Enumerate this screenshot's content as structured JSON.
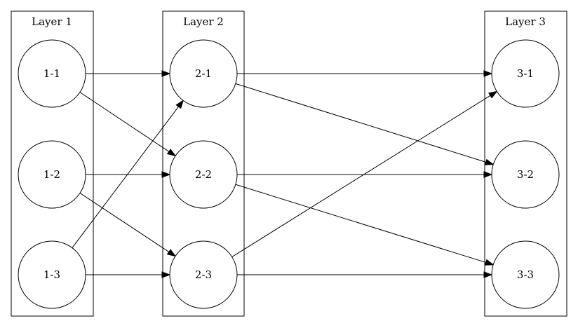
{
  "diagram": {
    "layers": [
      {
        "id": "layer1",
        "label": "Layer 1"
      },
      {
        "id": "layer2",
        "label": "Layer 2"
      },
      {
        "id": "layer3",
        "label": "Layer 3"
      }
    ],
    "nodes": [
      {
        "id": "1-1",
        "label": "1-1",
        "layer": "layer1"
      },
      {
        "id": "1-2",
        "label": "1-2",
        "layer": "layer1"
      },
      {
        "id": "1-3",
        "label": "1-3",
        "layer": "layer1"
      },
      {
        "id": "2-1",
        "label": "2-1",
        "layer": "layer2"
      },
      {
        "id": "2-2",
        "label": "2-2",
        "layer": "layer2"
      },
      {
        "id": "2-3",
        "label": "2-3",
        "layer": "layer2"
      },
      {
        "id": "3-1",
        "label": "3-1",
        "layer": "layer3"
      },
      {
        "id": "3-2",
        "label": "3-2",
        "layer": "layer3"
      },
      {
        "id": "3-3",
        "label": "3-3",
        "layer": "layer3"
      }
    ],
    "edges": [
      {
        "from": "1-1",
        "to": "2-1"
      },
      {
        "from": "1-1",
        "to": "2-2"
      },
      {
        "from": "1-2",
        "to": "2-2"
      },
      {
        "from": "1-2",
        "to": "2-3"
      },
      {
        "from": "1-3",
        "to": "2-1"
      },
      {
        "from": "1-3",
        "to": "2-3"
      },
      {
        "from": "2-1",
        "to": "3-1"
      },
      {
        "from": "2-1",
        "to": "3-2"
      },
      {
        "from": "2-2",
        "to": "3-2"
      },
      {
        "from": "2-2",
        "to": "3-3"
      },
      {
        "from": "2-3",
        "to": "3-1"
      },
      {
        "from": "2-3",
        "to": "3-3"
      }
    ],
    "colors": {
      "stroke": "#000000",
      "fill": "#ffffff",
      "text": "#000000"
    }
  }
}
